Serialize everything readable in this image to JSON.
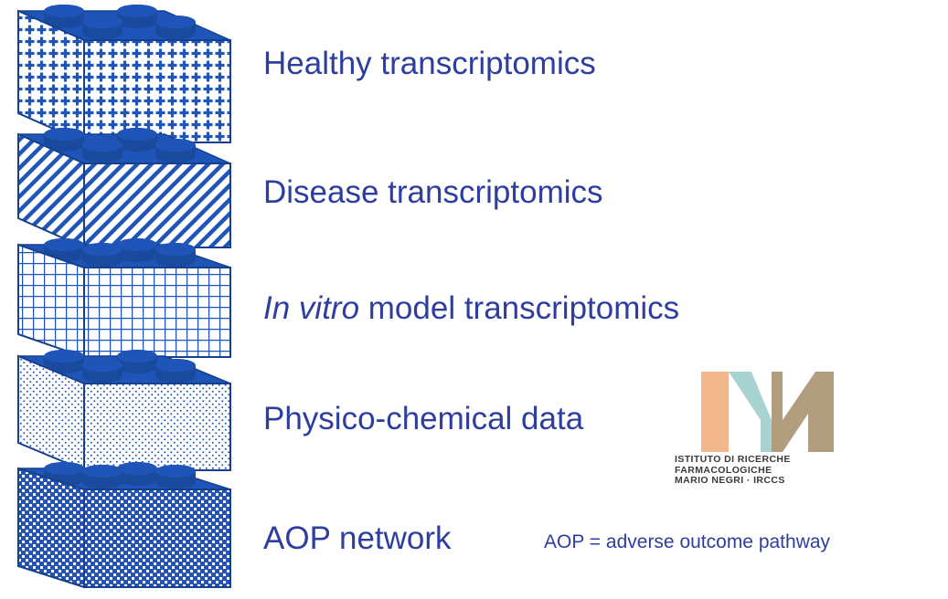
{
  "layers": [
    {
      "label": "Healthy transcriptomics",
      "pattern": "cross-dots"
    },
    {
      "label": "Disease transcriptomics",
      "pattern": "diagonal-stripes"
    },
    {
      "label_italic": "In vitro",
      "label_rest": " model transcriptomics",
      "pattern": "grid"
    },
    {
      "label": "Physico-chemical data",
      "pattern": "fine-dots"
    },
    {
      "label": "AOP network",
      "pattern": "dense-checker"
    }
  ],
  "note": "AOP = adverse outcome pathway",
  "logo": {
    "caption": [
      "ISTITUTO DI RICERCHE",
      "FARMACOLOGICHE",
      "MARIO NEGRI · IRCCS"
    ],
    "colors": {
      "peach": "#F2B88C",
      "teal": "#A9D3D2",
      "taupe": "#B09E7E"
    }
  },
  "colors": {
    "text": "#2E3EA0",
    "brick": "#1F55B8",
    "brick_dark": "#1A4A9E",
    "brick_edge": "#154090"
  }
}
